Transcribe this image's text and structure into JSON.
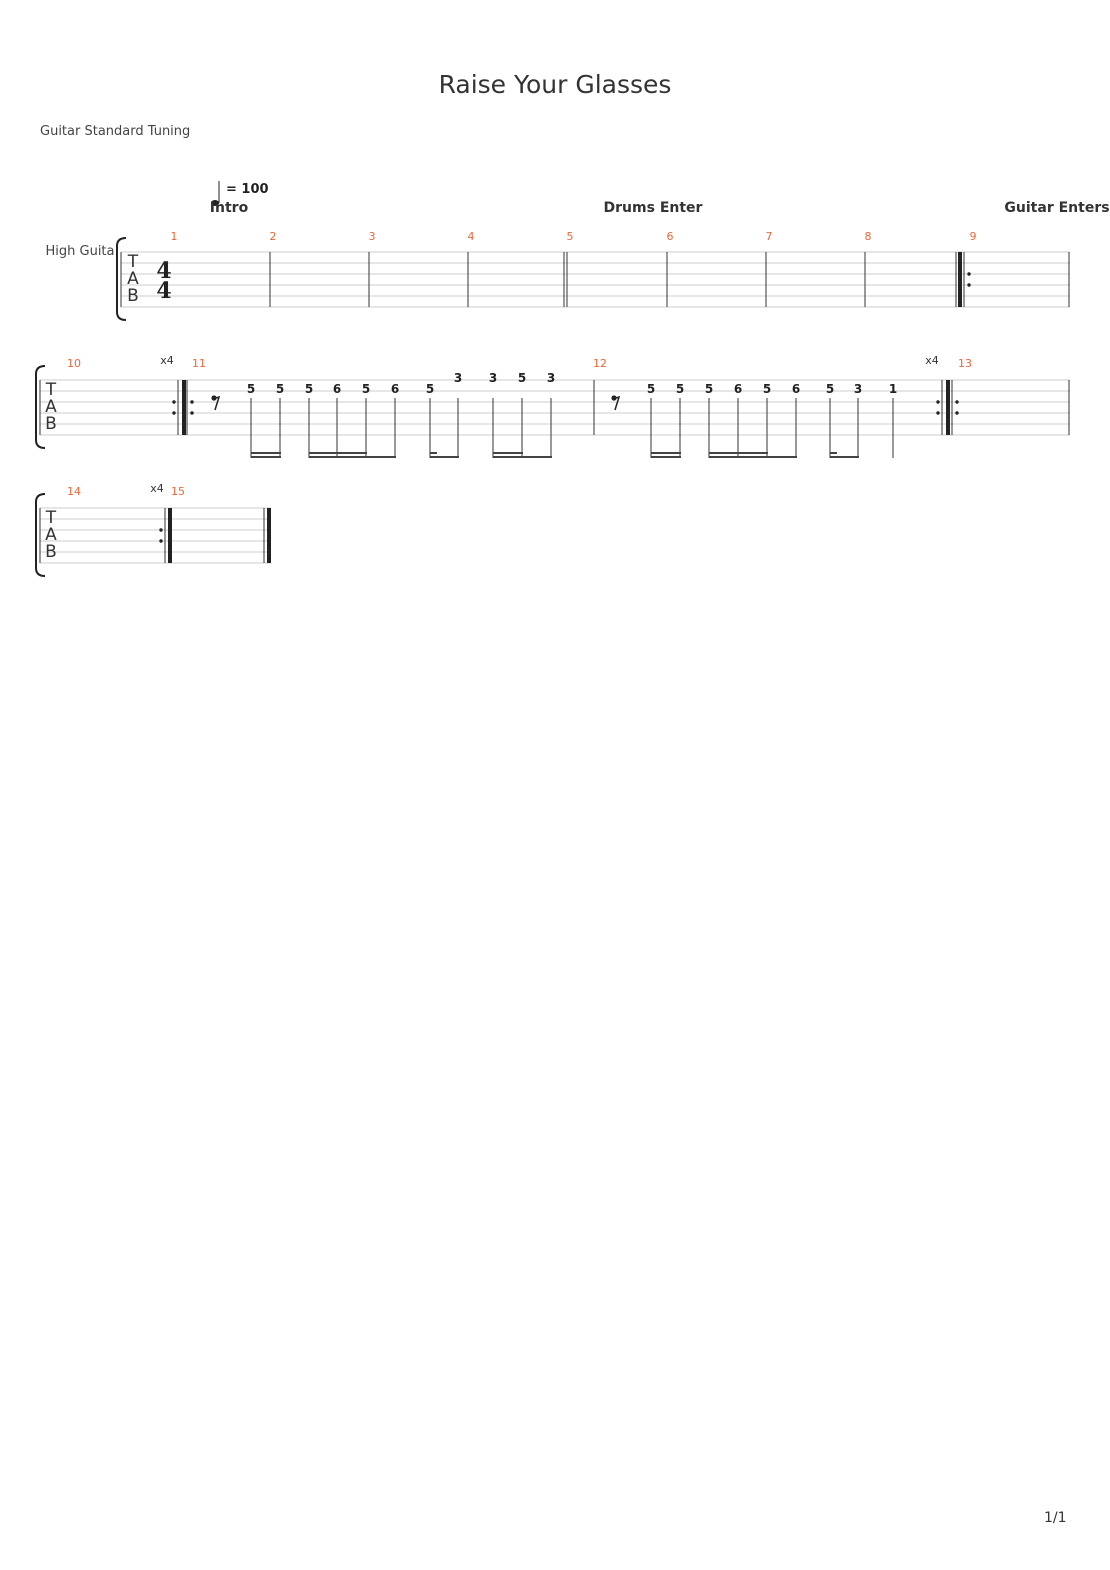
{
  "title": "Raise Your Glasses",
  "tuning": "Guitar Standard Tuning",
  "track_name": "High Guita",
  "tempo_text": "= 100",
  "tab_letters": [
    "T",
    "A",
    "B"
  ],
  "time_signature": {
    "top": "4",
    "bottom": "4"
  },
  "sections": [
    "Intro",
    "Drums Enter",
    "Guitar Enters"
  ],
  "measure_numbers": [
    "1",
    "2",
    "3",
    "4",
    "5",
    "6",
    "7",
    "8",
    "9",
    "10",
    "11",
    "12",
    "13",
    "14",
    "15"
  ],
  "repeat_marks": [
    "x4",
    "x4",
    "x4"
  ],
  "measure_11_frets": [
    "5",
    "5",
    "5",
    "6",
    "5",
    "6",
    "5",
    "3",
    "3",
    "5",
    "3"
  ],
  "measure_12_frets": [
    "5",
    "5",
    "5",
    "6",
    "5",
    "6",
    "5",
    "3",
    "1"
  ],
  "page_number": "1/1",
  "colors": {
    "measure_number": "#e8693c",
    "staff": "#cccccc",
    "text": "#333333"
  }
}
